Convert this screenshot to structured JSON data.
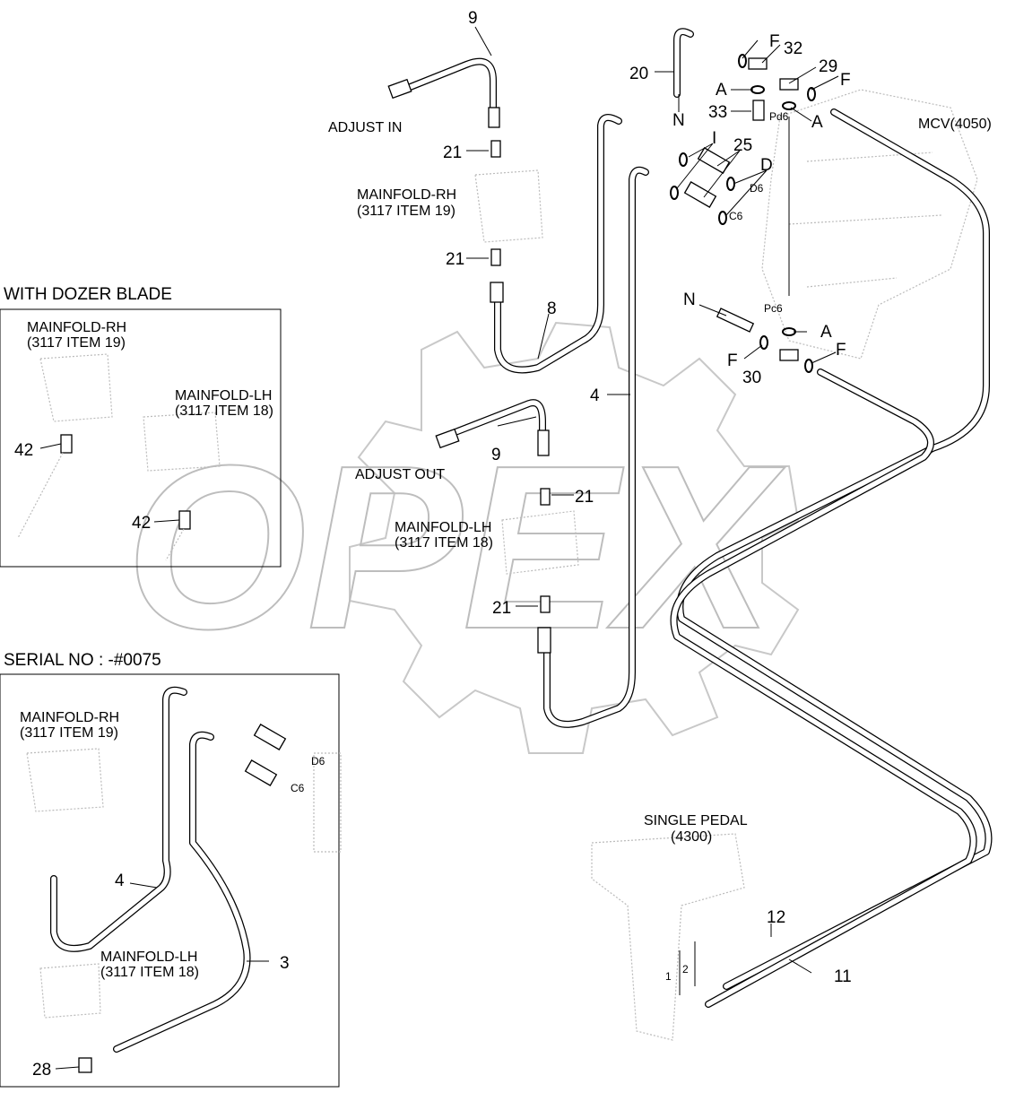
{
  "watermark": "OPEX",
  "labels": {
    "n9_top": "9",
    "adjust_in": "ADJUST IN",
    "n21_a": "21",
    "n21_b": "21",
    "mainfold_rh": "MAINFOLD-RH",
    "mainfold_rh_ref": "(3117 ITEM 19)",
    "n8": "8",
    "n4": "4",
    "n20": "20",
    "N_top": "N",
    "F_32": "F",
    "n32": "32",
    "A_33": "A",
    "n33": "33",
    "n29": "29",
    "F_29": "F",
    "Pd6": "Pd6",
    "A_29": "A",
    "mcv": "MCV(4050)",
    "I": "I",
    "n25": "25",
    "D": "D",
    "D6": "D6",
    "C6": "C6",
    "N_mid": "N",
    "Pc6": "Pc6",
    "A_30": "A",
    "F_30a": "F",
    "F_30b": "F",
    "n30": "30",
    "n9_mid": "9",
    "adjust_out": "ADJUST OUT",
    "n21_c": "21",
    "n21_d": "21",
    "mainfold_lh": "MAINFOLD-LH",
    "mainfold_lh_ref": "(3117 ITEM 18)",
    "single_pedal": "SINGLE PEDAL",
    "single_pedal_ref": "(4300)",
    "n12": "12",
    "n11": "11",
    "n1": "1",
    "n2": "2"
  },
  "dozer_box": {
    "title": "WITH DOZER BLADE",
    "mainfold_rh": "MAINFOLD-RH",
    "mainfold_rh_ref": "(3117 ITEM 19)",
    "mainfold_lh": "MAINFOLD-LH",
    "mainfold_lh_ref": "(3117 ITEM 18)",
    "n42_a": "42",
    "n42_b": "42"
  },
  "serial_box": {
    "title": "SERIAL NO : -#0075",
    "mainfold_rh": "MAINFOLD-RH",
    "mainfold_rh_ref": "(3117 ITEM 19)",
    "mainfold_lh": "MAINFOLD-LH",
    "mainfold_lh_ref": "(3117 ITEM 18)",
    "n4": "4",
    "n3": "3",
    "n28": "28",
    "D6": "D6",
    "C6": "C6"
  }
}
